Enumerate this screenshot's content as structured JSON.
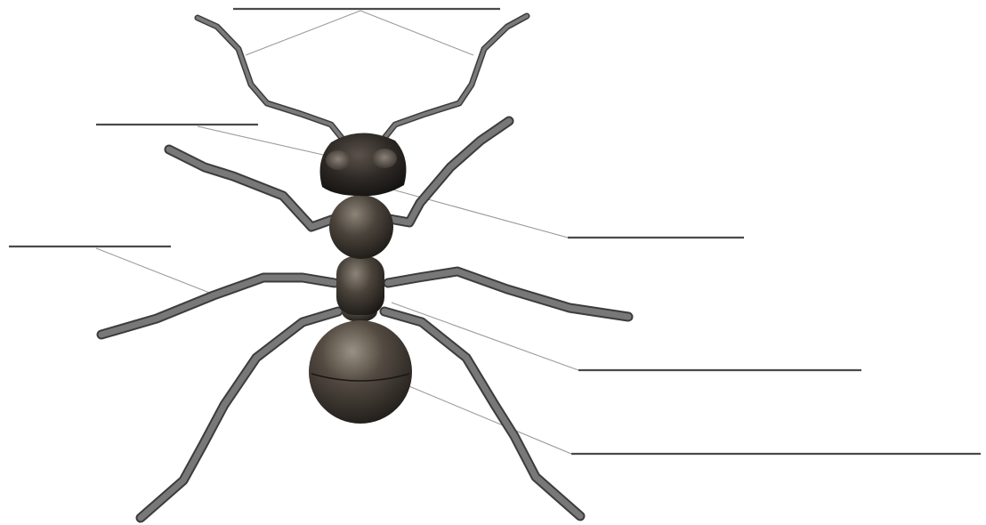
{
  "diagram": {
    "subject": "ant",
    "colors": {
      "body_dark": "#2a2622",
      "body_mid": "#4a433b",
      "body_highlight": "#8c8478",
      "leg": "#6e6e6e",
      "leg_edge": "#3c3c3c",
      "line": "#4a4a4a",
      "leader": "#9a9a9a"
    },
    "labels": [
      {
        "id": "antennae",
        "text": ""
      },
      {
        "id": "head",
        "text": ""
      },
      {
        "id": "legs",
        "text": ""
      },
      {
        "id": "thorax",
        "text": ""
      },
      {
        "id": "petiole",
        "text": ""
      },
      {
        "id": "abdomen",
        "text": ""
      }
    ]
  }
}
